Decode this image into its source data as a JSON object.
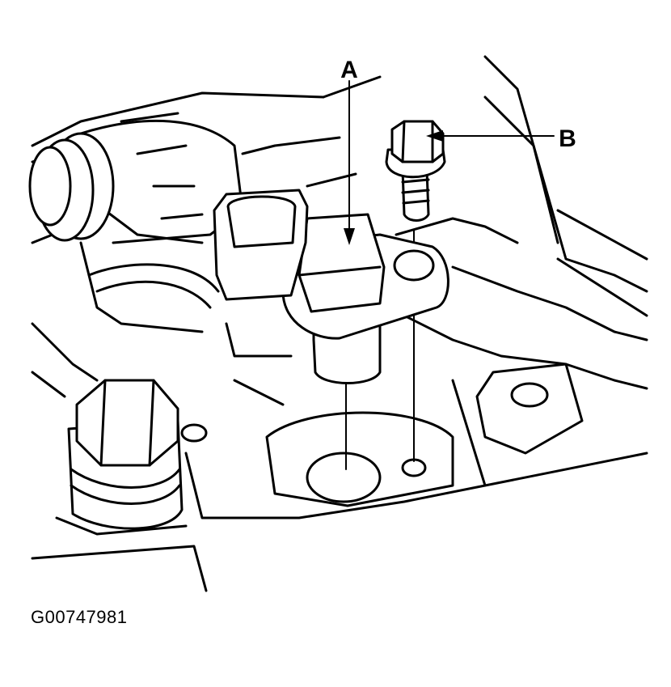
{
  "callouts": {
    "a": "A",
    "b": "B"
  },
  "figure_id": "G00747981"
}
